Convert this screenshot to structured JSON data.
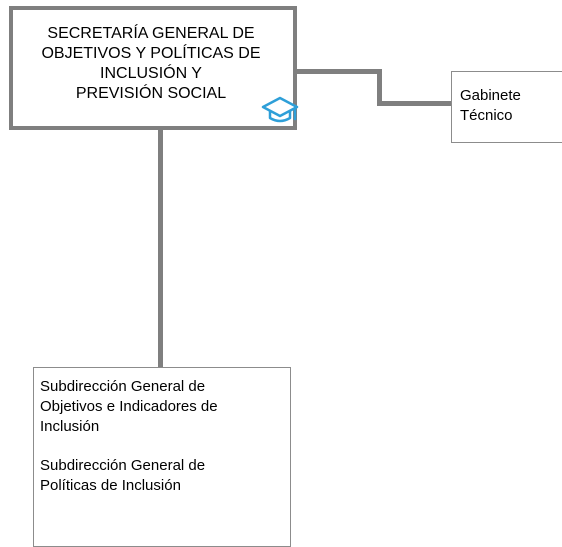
{
  "main_unit": {
    "title_lines": [
      "SECRETARÍA GENERAL DE",
      "OBJETIVOS Y POLÍTICAS DE",
      "INCLUSIÓN Y",
      "PREVISIÓN SOCIAL"
    ],
    "icon": "graduation-cap-icon",
    "icon_color": "#2e9fd8",
    "border_color": "#7f7f7f"
  },
  "side_unit": {
    "title_lines": [
      "Gabinete",
      "Técnico"
    ]
  },
  "sub_units": [
    {
      "lines": [
        "Subdirección General de",
        "Objetivos e Indicadores de",
        "Inclusión"
      ]
    },
    {
      "lines": [
        "Subdirección General de",
        "Políticas de Inclusión"
      ]
    }
  ],
  "connector_color": "#7f7f7f"
}
